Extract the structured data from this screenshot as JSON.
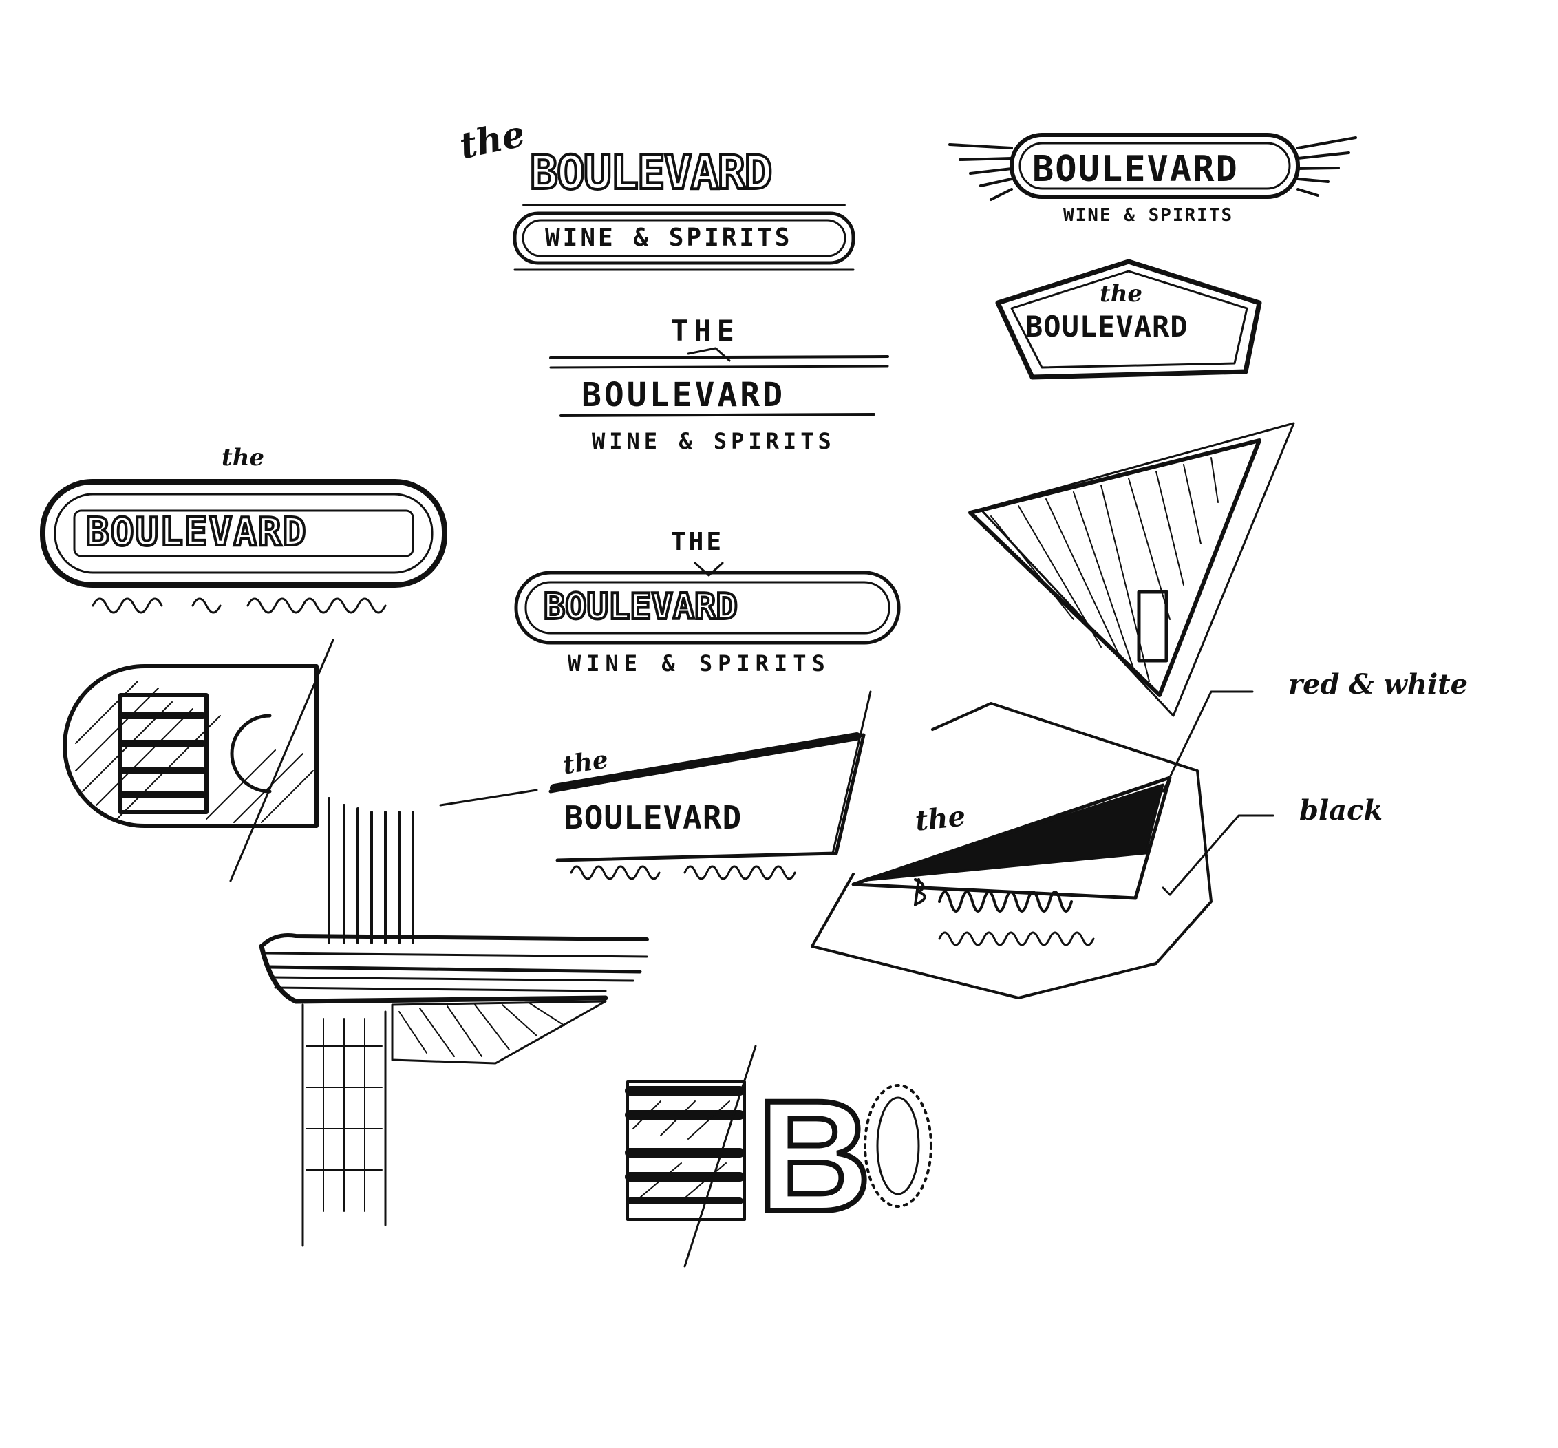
{
  "sketches": {
    "s1": {
      "the": "the",
      "name": "BOULEVARD",
      "sub": "WINE & SPIRITS"
    },
    "s2": {
      "name": "BOULEVARD",
      "sub": "WINE & SPIRITS"
    },
    "s3": {
      "the": "the",
      "name": "BOULEVARD"
    },
    "s4": {
      "the": "THE",
      "name": "BOULEVARD",
      "sub": "WINE & SPIRITS"
    },
    "s5": {
      "the": "THE",
      "name": "BOULEVARD",
      "sub": "WINE & SPIRITS"
    },
    "s6": {
      "the": "the",
      "name": "BOULEVARD"
    },
    "s7": {
      "mark": "BO"
    },
    "s8": {
      "the": "the",
      "name": "BOULEVARD"
    },
    "s9": {
      "the": "the"
    },
    "s10": {
      "mark": "BO"
    }
  },
  "annotations": {
    "red_white": "red & white",
    "black": "black"
  },
  "colors": {
    "ink": "#111111",
    "paper": "#ffffff"
  }
}
